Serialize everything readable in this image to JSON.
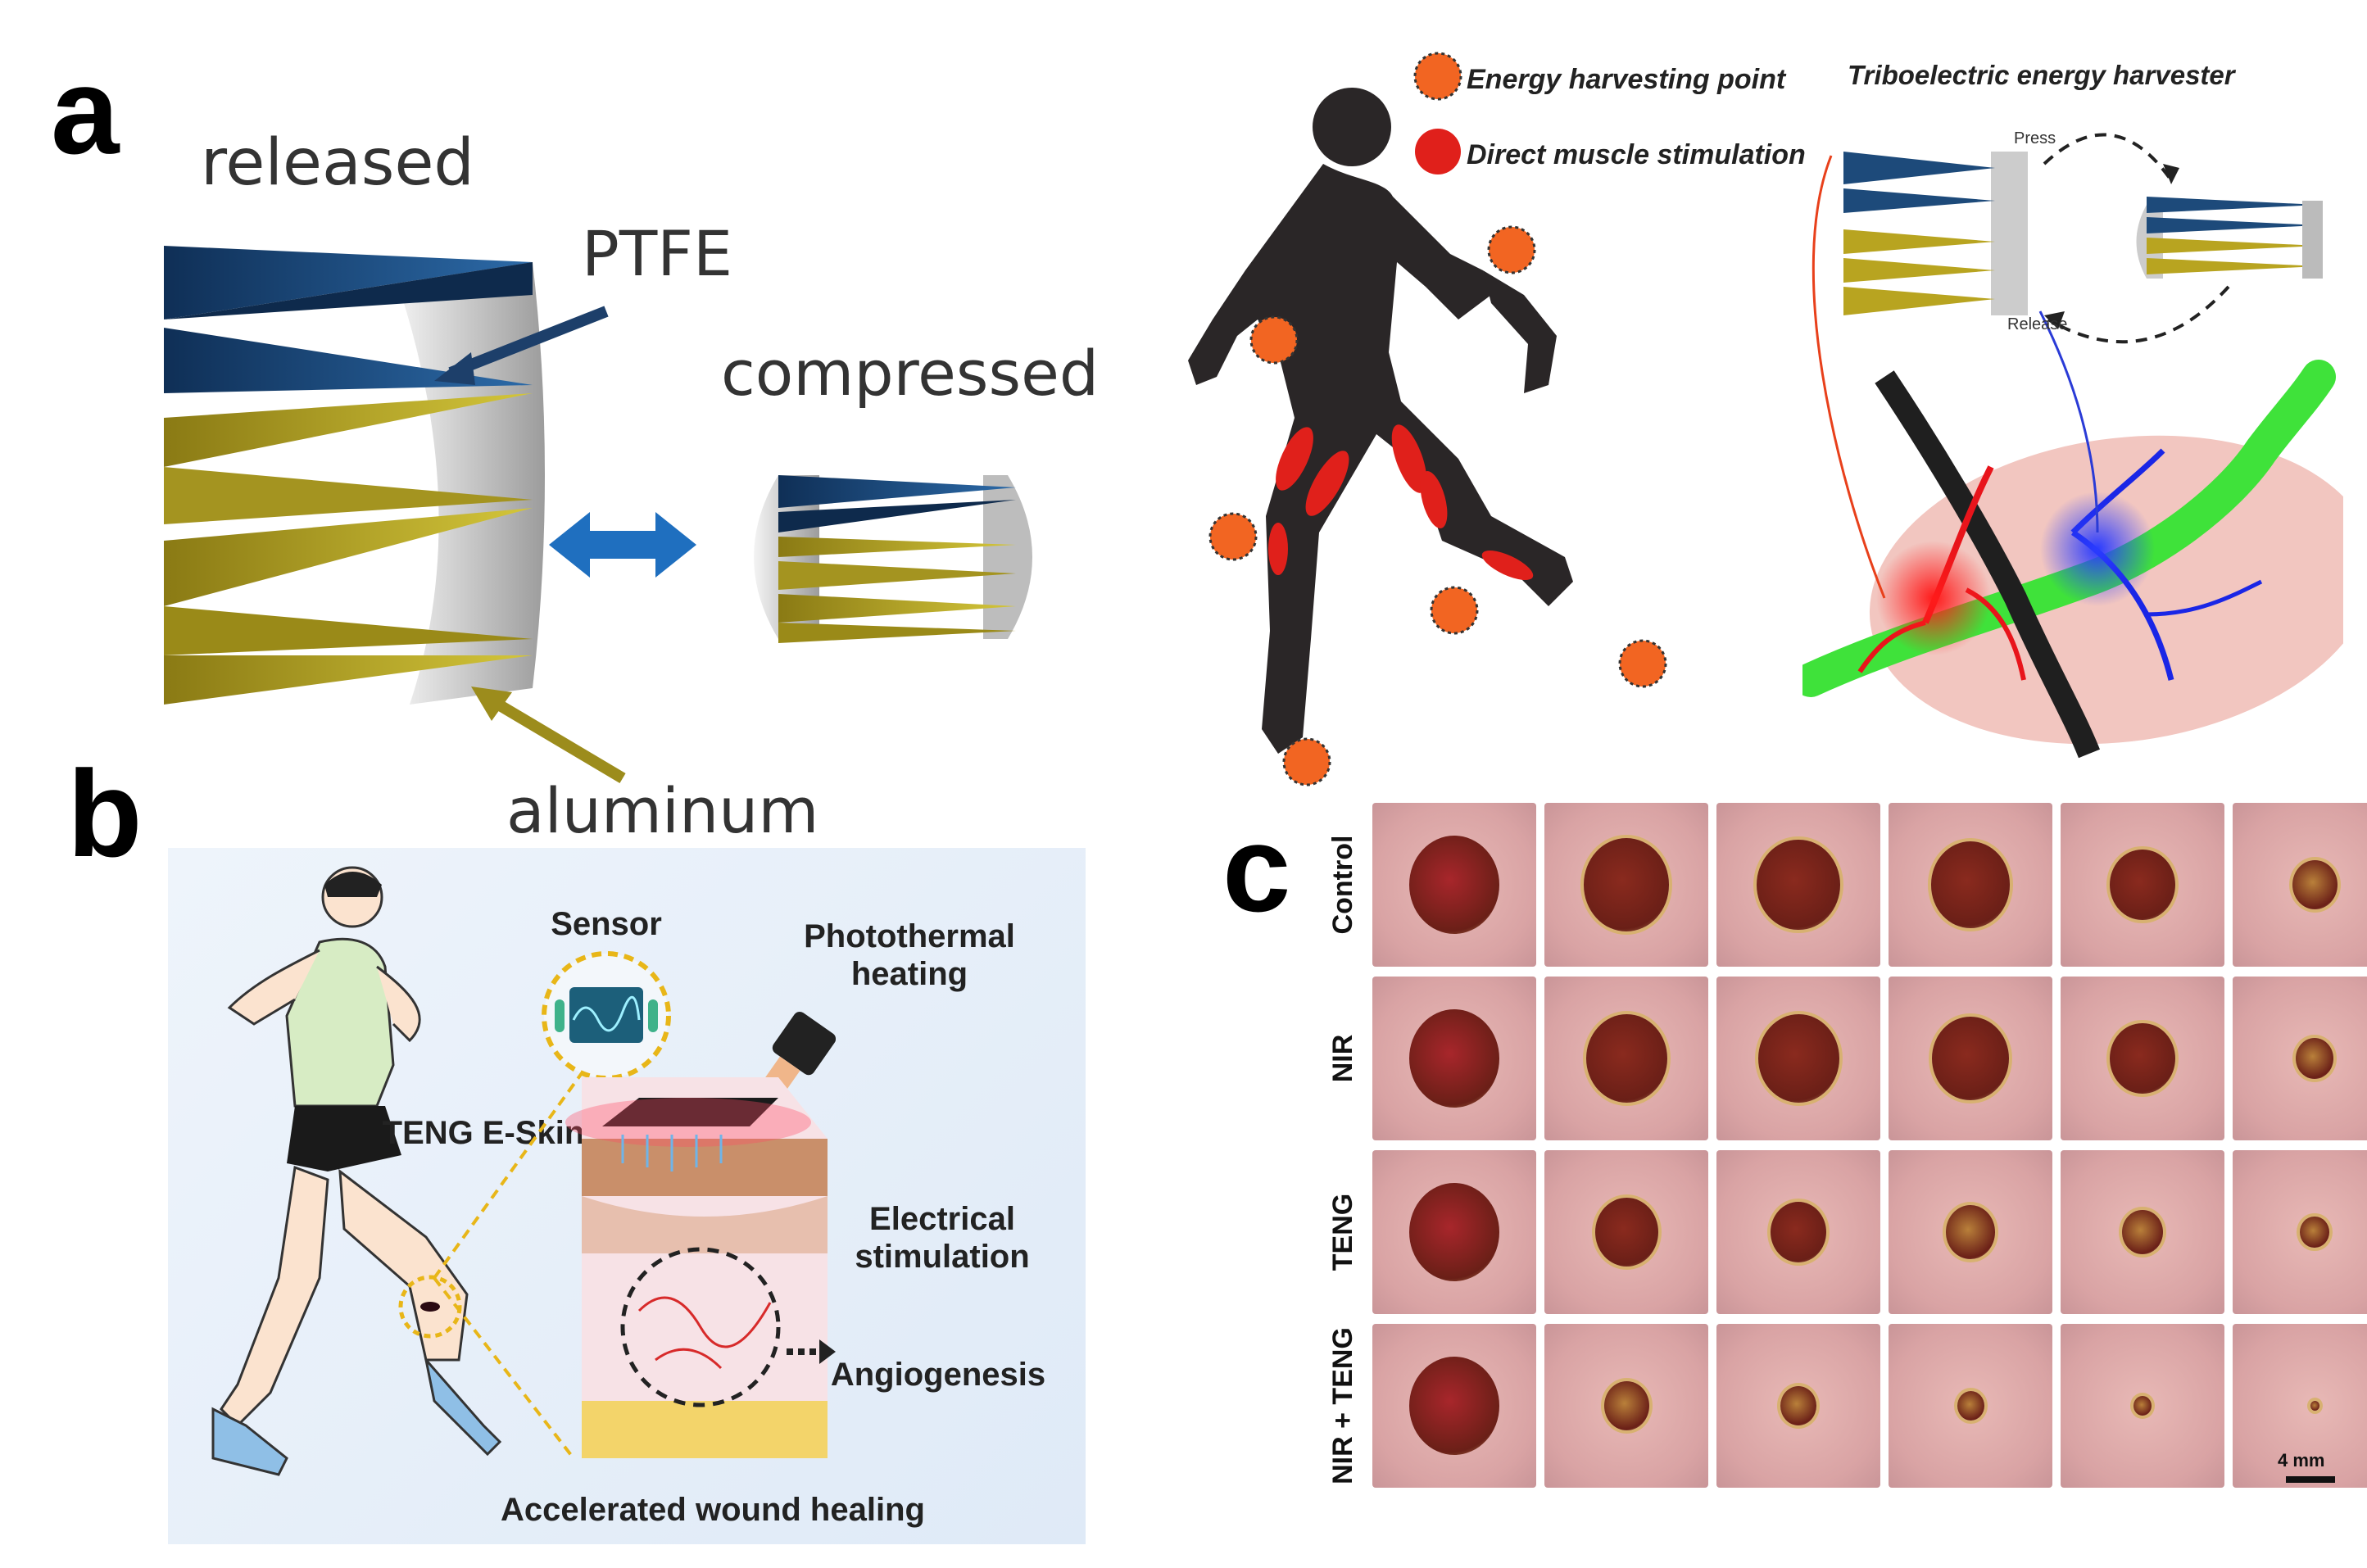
{
  "panel_a": {
    "letter": "a",
    "released": "released",
    "compressed": "compressed",
    "ptfe": "PTFE",
    "aluminum": "aluminum",
    "legend_harvest": "Energy harvesting point",
    "legend_stim": "Direct muscle stimulation",
    "harvester_title": "Triboelectric energy harvester",
    "press": "Press",
    "release": "Release",
    "colors": {
      "ptfe_blue": "#1d4a7a",
      "aluminum_yellow": "#b8a420",
      "arrow_blue": "#1f6fbf",
      "harvest_orange": "#f26522",
      "stim_red": "#e0201b"
    }
  },
  "panel_b": {
    "letter": "b",
    "sensor": "Sensor",
    "photothermal": "Photothermal heating",
    "teng_eskin": "TENG E-Skin",
    "electrical": "Electrical stimulation",
    "angiogenesis": "Angiogenesis",
    "caption": "Accelerated wound healing"
  },
  "panel_c": {
    "letter": "c",
    "rows": [
      {
        "label": "Control",
        "sizes": [
          1.0,
          0.95,
          0.92,
          0.88,
          0.72,
          0.5
        ]
      },
      {
        "label": "NIR",
        "sizes": [
          1.0,
          0.9,
          0.9,
          0.85,
          0.72,
          0.42
        ]
      },
      {
        "label": "TENG",
        "sizes": [
          1.0,
          0.7,
          0.62,
          0.55,
          0.45,
          0.32
        ]
      },
      {
        "label": "NIR + TENG",
        "sizes": [
          1.0,
          0.5,
          0.4,
          0.3,
          0.2,
          0.1
        ]
      }
    ],
    "scale_bar": "4 mm"
  }
}
